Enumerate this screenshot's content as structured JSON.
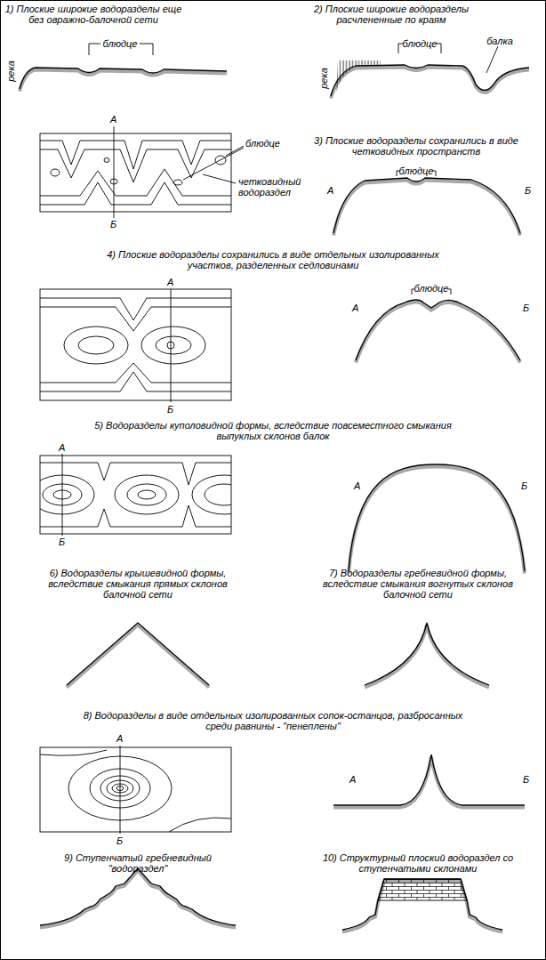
{
  "diagram": {
    "labels": [
      "1) Плоские широкие водоразделы еще без овражно-балочной сети",
      "блюдце",
      "река",
      "2) Плоские широкие водоразделы расчлененные по краям",
      "блюдце",
      "балка",
      "река",
      "А",
      "Б",
      "блюдце",
      "четковидный водораздел",
      "3) Плоские водоразделы сохранились в виде четковидных пространств",
      "А",
      "блюдце",
      "Б",
      "4) Плоские водоразделы сохранились в виде отдельных изолированных участков, разделенных седловинами",
      "А",
      "Б",
      "А",
      "блюдце",
      "Б",
      "5) Водоразделы куполовидной формы, вследствие повсеместного смыкания выпуклых склонов балок",
      "А",
      "Б",
      "А",
      "Б",
      "6) Водоразделы крышевидной формы, вследствие смыкания прямых склонов балочной сети",
      "7) Водоразделы гребневидной формы, вследствие смыкания вогнутых склонов балочной сети",
      "8) Водоразделы в виде отдельных изолированных сопок-останцов, разбросанных среди равнины - \"пенеплены\"",
      "А",
      "Б",
      "А",
      "Б",
      "9) Ступенчатый гребневидный \"водораздел\"",
      "10) Структурный плоский водораздел со ступенчатыми склонами"
    ]
  }
}
